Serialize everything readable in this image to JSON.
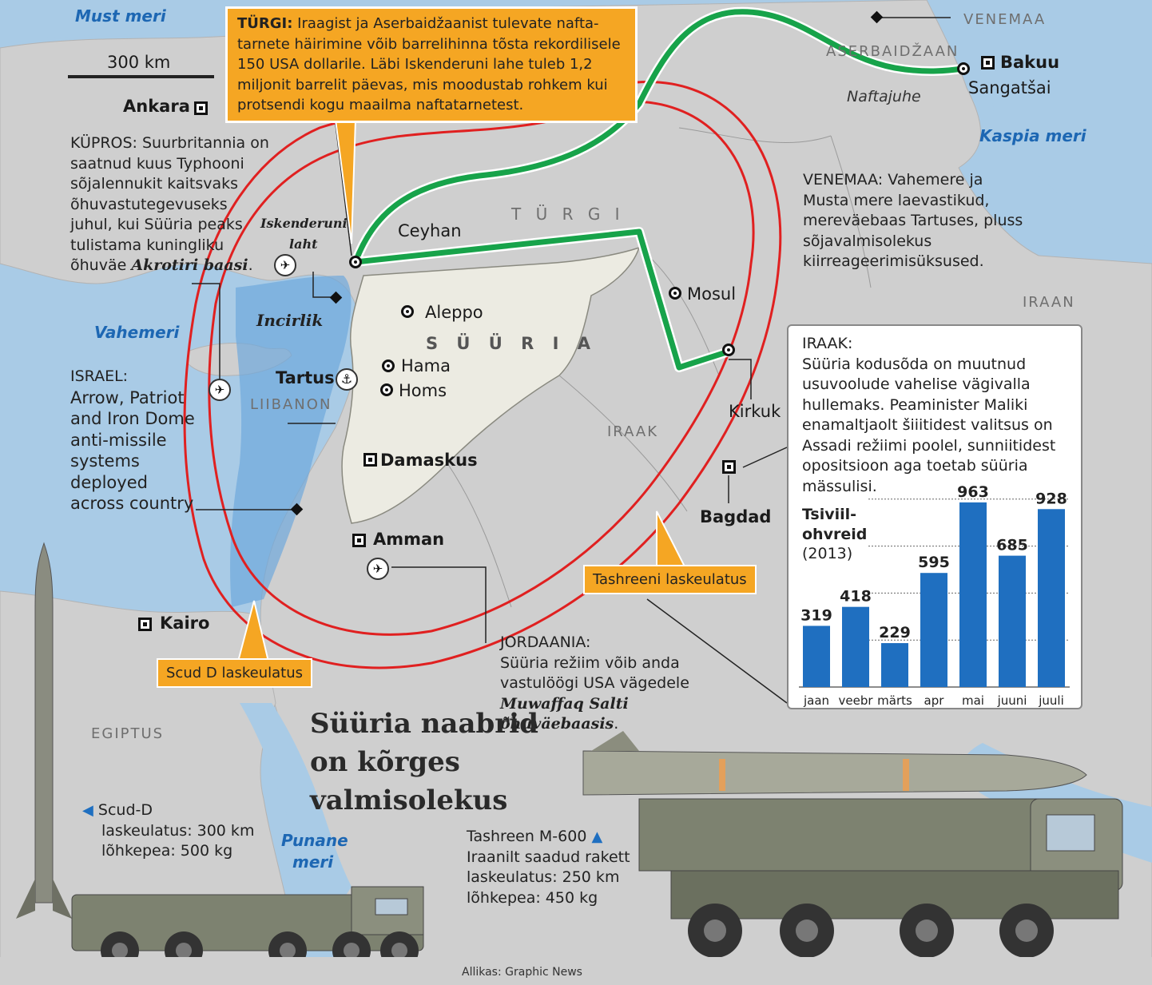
{
  "map": {
    "colors": {
      "sea": "#a9cbe6",
      "land": "#cfcfcf",
      "syria": "#ecebe2",
      "pipeline": "#17a34a",
      "range_ring": "#e02020",
      "callout": "#f5a623",
      "bars": "#1f6fc0"
    },
    "scale_label": "300 km",
    "seas": {
      "black_sea": "Must meri",
      "caspian": "Kaspia meri",
      "mediterranean": "Vahemeri",
      "red_sea_1": "Punane",
      "red_sea_2": "meri"
    },
    "countries": {
      "russia": "VENEMAA",
      "azerbaijan": "ASERBAIDŽAAN",
      "turkey": "T Ü R G I",
      "syria": "S Ü Ü R I A",
      "iraq": "IRAAK",
      "iran": "IRAAN",
      "lebanon": "LIIBANON",
      "egypt": "EGIPTUS"
    },
    "cities": {
      "ankara": "Ankara",
      "baku": "Bakuu",
      "sangachal": "Sangatšai",
      "ceyhan": "Ceyhan",
      "aleppo": "Aleppo",
      "hama": "Hama",
      "homs": "Homs",
      "tartus": "Tartus",
      "damascus": "Damaskus",
      "mosul": "Mosul",
      "kirkuk": "Kirkuk",
      "baghdad": "Bagdad",
      "amman": "Amman",
      "cairo": "Kairo",
      "incirlik": "Incirlik",
      "iskenderun_1": "Iskenderuni",
      "iskenderun_2": "laht"
    },
    "pipeline_label": "Naftajuhe",
    "icons": {
      "airbase": "plane-icon",
      "naval_base": "anchor-icon",
      "capital": "capital-square-marker",
      "city": "city-circle-marker"
    }
  },
  "callouts": {
    "turkey": {
      "head": "TÜRGI:",
      "text": "Iraagist ja Aserbaidžaanist tulevate nafta-tarnete häirimine võib barrelihinna tõsta rekordilisele 150 USA dollarile. Läbi Iskenderuni lahe tuleb 1,2 miljonit barrelit päevas, mis moodustab rohkem kui protsendi kogu maailma naftatarnetest."
    },
    "cyprus": {
      "text": "KÜPROS: Suurbritannia on saatnud kuus Typhooni sõjalennukit kaitsvaks õhuvastutegevuseks juhul, kui Süüria peaks tulistama kuningliku õhuväe",
      "em": "Akrotiri baasi",
      "end": "."
    },
    "israel": {
      "head": "ISRAEL:",
      "text": "Arrow, Patriot and Iron Dome anti-missile systems deployed across country"
    },
    "russia": {
      "text": "VENEMAA: Vahemere ja Musta mere laevastikud, mereväebaas Tartuses, pluss sõjavalmisolekus kiirreageerimisüksused."
    },
    "jordan": {
      "head": "JORDAANIA:",
      "text": "Süüria režiim võib anda vastulöögi USA vägedele",
      "em": "Muwaffaq Salti õhuväebaasis",
      "end": "."
    },
    "iraq": {
      "head": "IRAAK:",
      "text": "Süüria kodusõda on muutnud usuvoolude vahelise vägivalla hullemaks. Peaminister Maliki enamaltjaolt šiiitidest valitsus on Assadi režiimi poolel, sunniitidest opositsioon aga toetab süüria mässulisi."
    }
  },
  "ranges": {
    "tashreen": "Tashreeni laskeulatus",
    "scud": "Scud D laskeulatus"
  },
  "headline": "Süüria naabrid on kõrges valmisolekus",
  "missiles": {
    "scud": {
      "name": "Scud-D",
      "range": "laskeulatus: 300 km",
      "warhead": "lõhkepea: 500 kg"
    },
    "tashreen": {
      "name": "Tashreen M-600",
      "origin": "Iraanilt saadud rakett",
      "range": "laskeulatus: 250 km",
      "warhead": "lõhkepea: 450 kg"
    }
  },
  "source": "Allikas: Graphic News",
  "chart_data": {
    "type": "bar",
    "title": "Tsiviil-ohvreid",
    "subtitle": "(2013)",
    "categories": [
      "jaan",
      "veebr",
      "märts",
      "apr",
      "mai",
      "juuni",
      "juuli"
    ],
    "values": [
      319,
      418,
      229,
      595,
      963,
      685,
      928
    ],
    "ylim": [
      0,
      1000
    ],
    "grid": true,
    "color": "#1f6fc0"
  }
}
